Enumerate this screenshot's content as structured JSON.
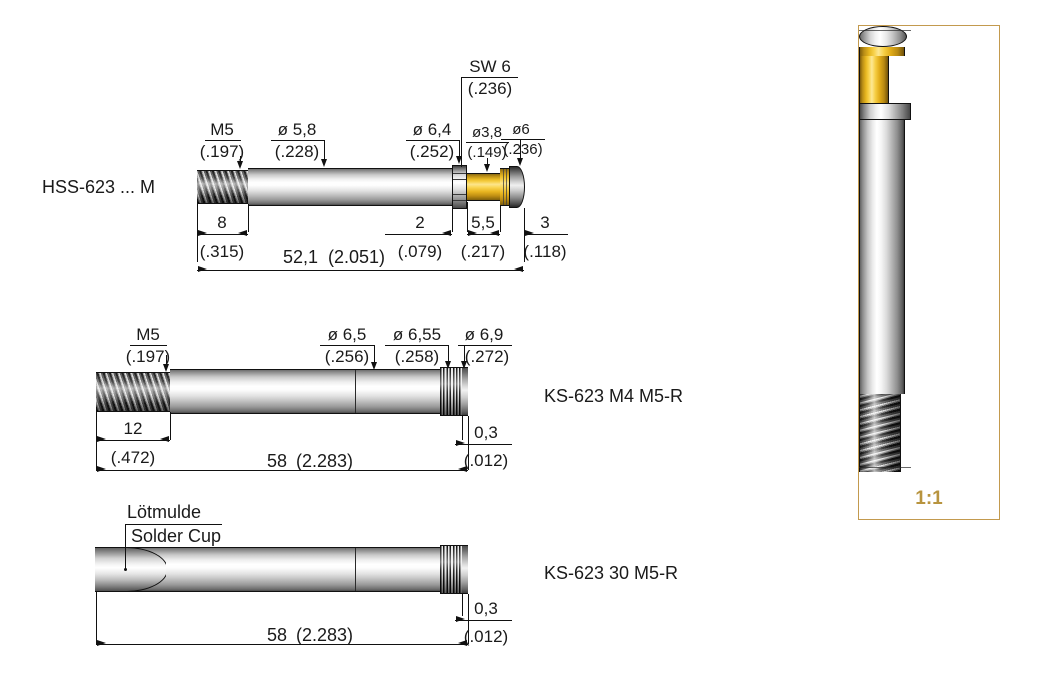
{
  "document": {
    "type": "technical-drawing",
    "title": "Spring Contact Probe Dimensional Drawings"
  },
  "parts": [
    {
      "id": "part-1",
      "label": "HSS-623 ... M",
      "top_dimensions": [
        {
          "name": "thread-spec",
          "metric": "M5",
          "imperial": "(.197)"
        },
        {
          "name": "barrel-diameter",
          "metric": "ø 5,8",
          "imperial": "(.228)"
        },
        {
          "name": "collar-diameter",
          "metric": "ø 6,4",
          "imperial": "(.252)"
        },
        {
          "name": "plunger-diameter",
          "metric": "ø3,8",
          "imperial": "(.149)"
        },
        {
          "name": "tip-diameter",
          "metric": "ø6",
          "imperial": "(.236)"
        },
        {
          "name": "hex-width",
          "metric": "SW 6",
          "imperial": "(.236)"
        }
      ],
      "bottom_dimensions": [
        {
          "name": "thread-length",
          "metric": "8",
          "imperial": "(.315)"
        },
        {
          "name": "collar-length",
          "metric": "2",
          "imperial": "(.079)"
        },
        {
          "name": "plunger-length",
          "metric": "5,5",
          "imperial": "(.217)"
        },
        {
          "name": "tip-length",
          "metric": "3",
          "imperial": "(.118)"
        },
        {
          "name": "overall-length",
          "metric": "52,1",
          "imperial": "(2.051)"
        }
      ]
    },
    {
      "id": "part-2",
      "label": "KS-623 M4 M5-R",
      "top_dimensions": [
        {
          "name": "thread-spec",
          "metric": "M5",
          "imperial": "(.197)"
        },
        {
          "name": "barrel-diameter",
          "metric": "ø 6,5",
          "imperial": "(.256)"
        },
        {
          "name": "mid-diameter",
          "metric": "ø 6,55",
          "imperial": "(.258)"
        },
        {
          "name": "knurl-diameter",
          "metric": "ø 6,9",
          "imperial": "(.272)"
        }
      ],
      "bottom_dimensions": [
        {
          "name": "thread-length",
          "metric": "12",
          "imperial": "(.472)"
        },
        {
          "name": "end-step",
          "metric": "0,3",
          "imperial": "(.012)"
        },
        {
          "name": "overall-length",
          "metric": "58",
          "imperial": "(2.283)"
        }
      ]
    },
    {
      "id": "part-3",
      "label": "KS-623 30 M5-R",
      "callout": {
        "name": "solder-cup-callout",
        "line_de": "Lötmulde",
        "line_en": "Solder Cup"
      },
      "bottom_dimensions": [
        {
          "name": "end-step",
          "metric": "0,3",
          "imperial": "(.012)"
        },
        {
          "name": "overall-length",
          "metric": "58",
          "imperial": "(2.283)"
        }
      ]
    }
  ],
  "reference_panel": {
    "name": "scale-reference",
    "scale_label": "1:1",
    "border_color": "#c39a4e",
    "text_color": "#b8943f"
  },
  "colors": {
    "line": "#111111",
    "gold": "#f2c21f",
    "metal_light": "#ffffff",
    "metal_dark": "#4a4a4a",
    "panel_border": "#c39a4e",
    "scale_text": "#b8943f"
  }
}
